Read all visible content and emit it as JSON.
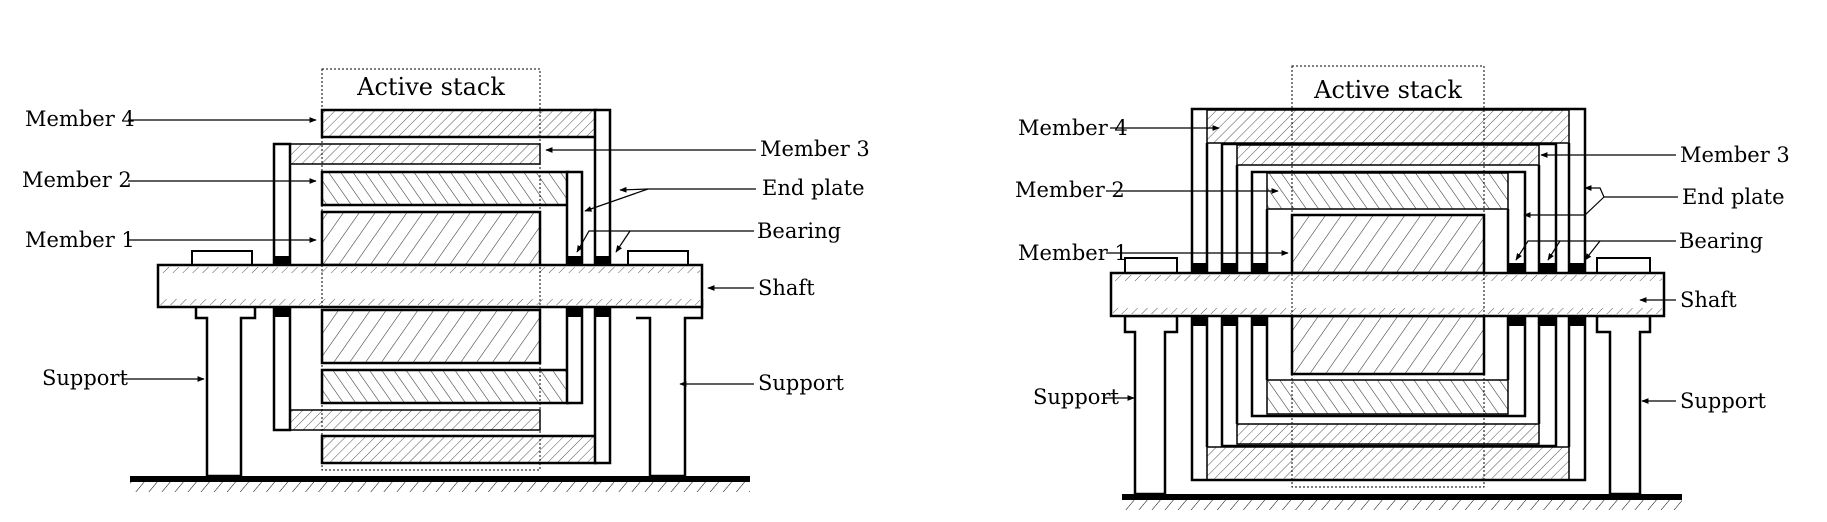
{
  "diagrams": [
    {
      "active_stack": "Active stack",
      "labels": {
        "member4": "Member 4",
        "member2": "Member 2",
        "member1": "Member 1",
        "support_left": "Support",
        "member3": "Member 3",
        "end_plate": "End plate",
        "bearing": "Bearing",
        "shaft": "Shaft",
        "support_right": "Support"
      }
    },
    {
      "active_stack": "Active stack",
      "labels": {
        "member4": "Member 4",
        "member2": "Member 2",
        "member1": "Member 1",
        "support_left": "Support",
        "member3": "Member 3",
        "end_plate": "End plate",
        "bearing": "Bearing",
        "shaft": "Shaft",
        "support_right": "Support"
      }
    }
  ]
}
